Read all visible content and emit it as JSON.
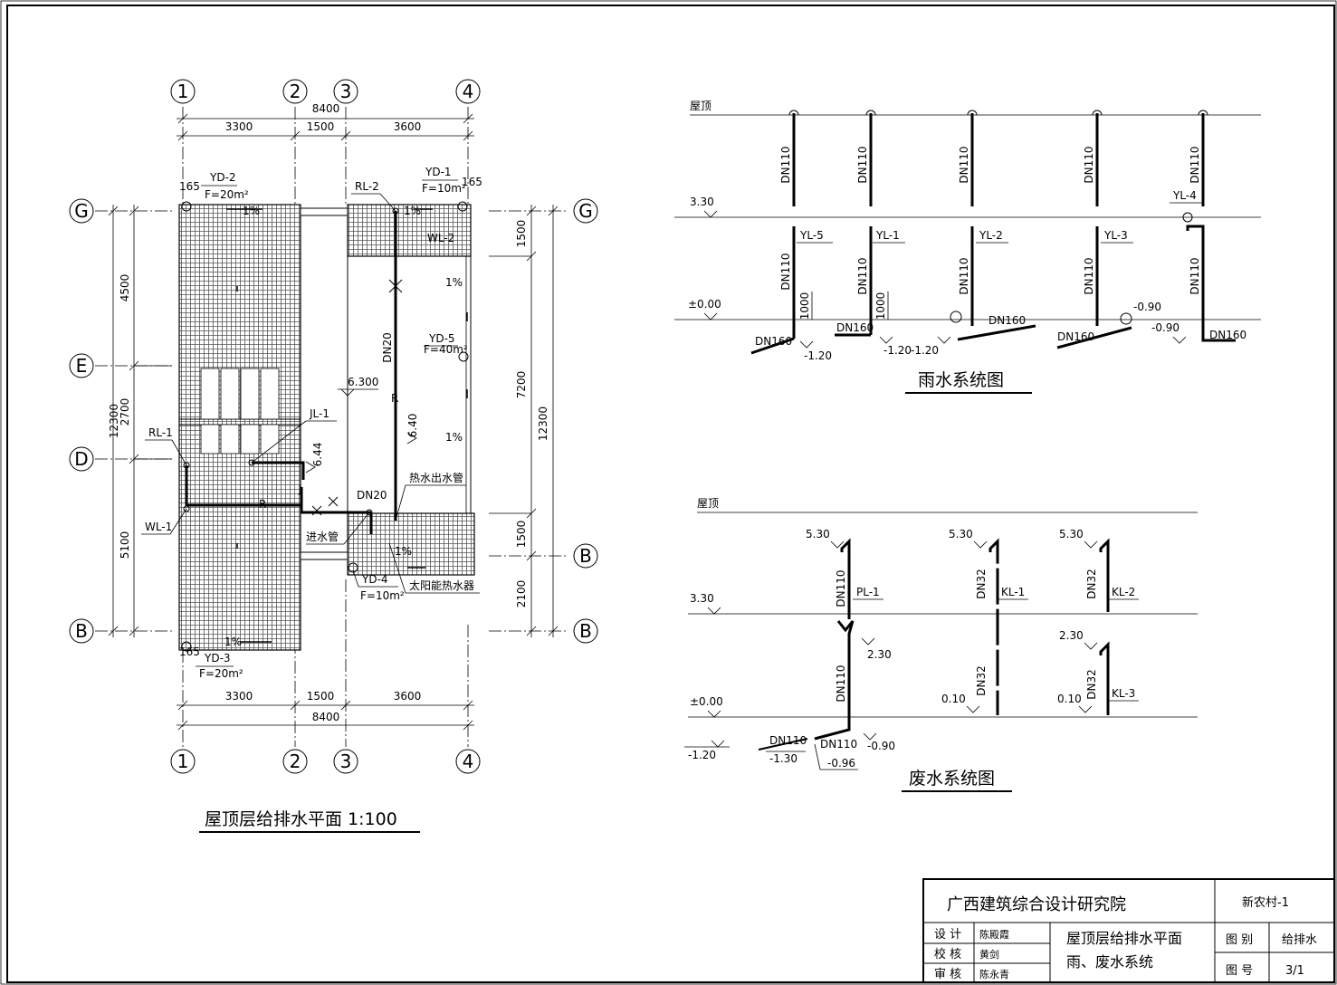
{
  "plan": {
    "title": "屋顶层给排水平面 1:100",
    "axis_numbers": [
      "1",
      "2",
      "3",
      "4"
    ],
    "axis_letters": [
      "G",
      "E",
      "D",
      "B"
    ],
    "top_total": "8400",
    "top_spans": [
      "3300",
      "1500",
      "3600"
    ],
    "bottom_spans": [
      "3300",
      "1500",
      "3600"
    ],
    "bottom_total": "8400",
    "left_dims": [
      "4500",
      "2700",
      "5100"
    ],
    "left_total": "12300",
    "right_dims": [
      "1500",
      "7200",
      "1500",
      "2100"
    ],
    "right_total": "12300",
    "yd2": "YD-2",
    "yd2_area": "F=20m²",
    "yd2_offset": "165",
    "yd1": "YD-1",
    "yd1_area": "F=10m²",
    "yd1_offset": "165",
    "yd3": "YD-3",
    "yd3_area": "F=20m²",
    "yd3_offset": "165",
    "yd4": "YD-4",
    "yd4_area": "F=10m²",
    "yd5": "YD-5",
    "yd5_area": "F=40m²",
    "rl2": "RL-2",
    "wl2": "WL-2",
    "rl1": "RL-1",
    "wl1": "WL-1",
    "jl1": "JL-1",
    "slope": "1%",
    "elev_6300": "6.300",
    "elev_640": "6.40",
    "elev_644": "6.44",
    "dn20_v": "DN20",
    "dn20_h": "DN20",
    "pipe_r": "R",
    "pipe_j": "J",
    "hot_water_out": "热水出水管",
    "inlet_pipe": "进水管",
    "solar_heater": "太阳能热水器"
  },
  "rain": {
    "title": "雨水系统图",
    "roof": "屋顶",
    "level_330": "3.30",
    "level_000": "±0.00",
    "dn110": "DN110",
    "dn160": "DN160",
    "dim_1000": "1000",
    "pipes": [
      "YL-5",
      "YL-1",
      "YL-2",
      "YL-3",
      "YL-4"
    ],
    "elev_m120": "-1.20",
    "elev_m090": "-0.90"
  },
  "waste": {
    "title": "废水系统图",
    "roof": "屋顶",
    "level_330": "3.30",
    "level_000": "±0.00",
    "level_m120": "-1.20",
    "e530": "5.30",
    "e230": "2.30",
    "e010": "0.10",
    "pl1": "PL-1",
    "kl1": "KL-1",
    "kl2": "KL-2",
    "kl3": "KL-3",
    "dn110": "DN110",
    "dn32": "DN32",
    "e_m130": "-1.30",
    "e_m096": "-0.96",
    "e_m090": "-0.90"
  },
  "titleblock": {
    "institute": "广西建筑综合设计研究院",
    "project": "新农村-1",
    "design_label": "设  计",
    "design_name": "陈殿霞",
    "check_label": "校  核",
    "check_name": "黄剑",
    "review_label": "审  核",
    "review_name": "陈永青",
    "drawing_title_1": "屋顶层给排水平面",
    "drawing_title_2": "雨、废水系统",
    "category_label": "图  别",
    "category_value": "给排水",
    "number_label": "图  号",
    "number_value": "3/1"
  }
}
